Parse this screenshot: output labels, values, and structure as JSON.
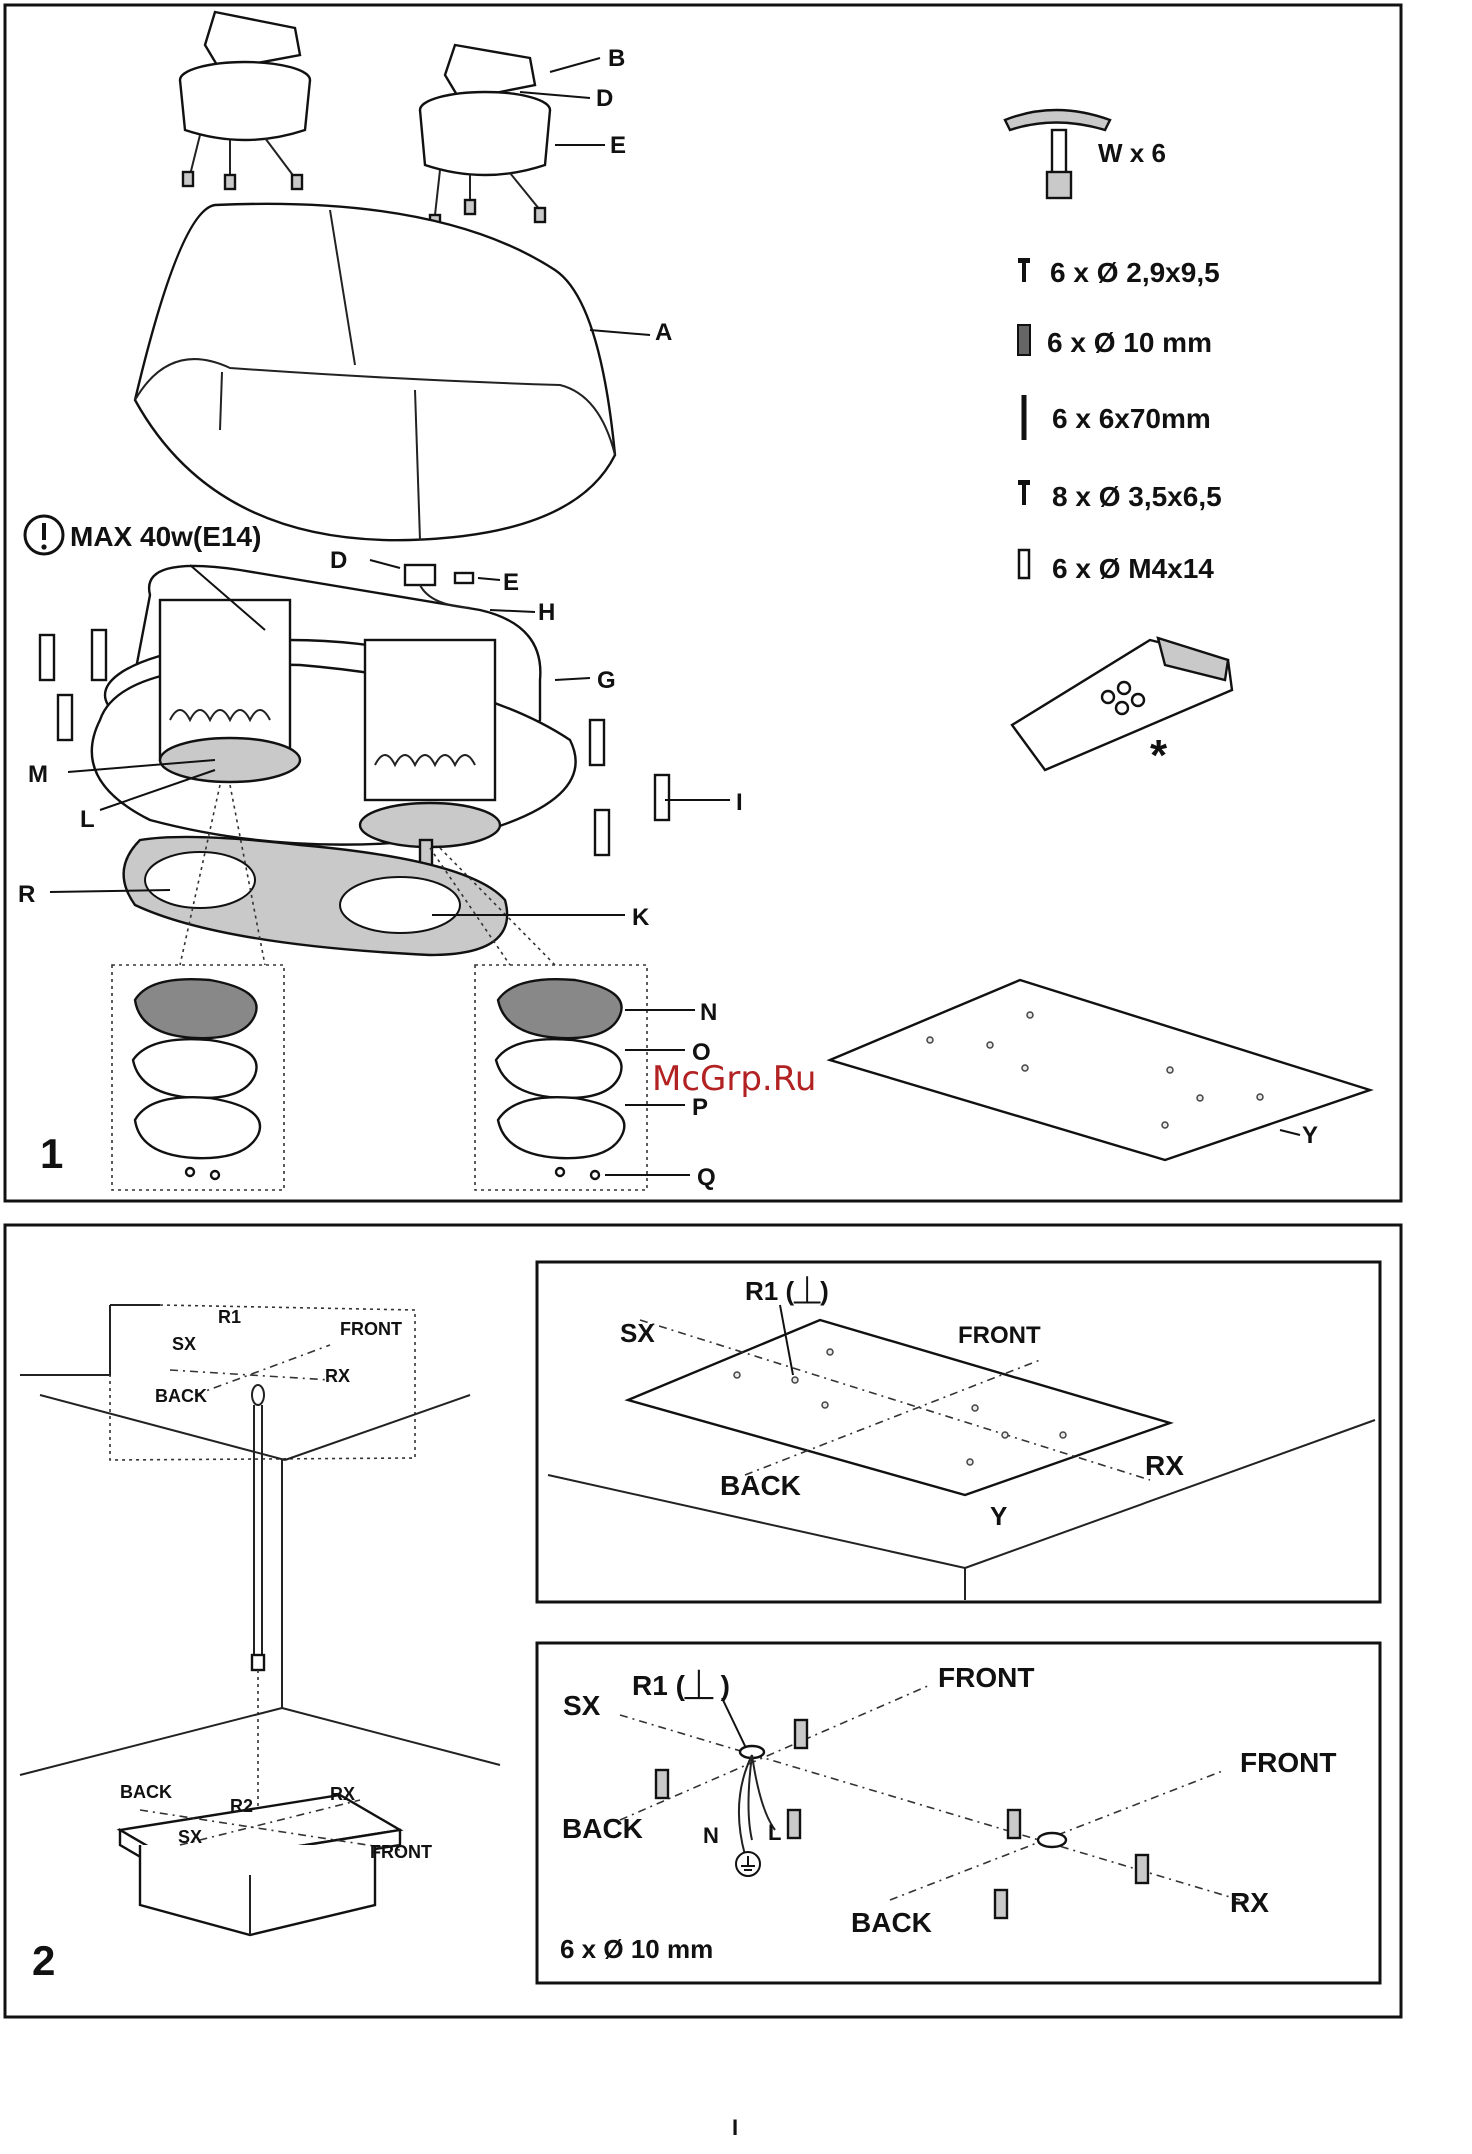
{
  "figure1": {
    "number": "1",
    "warning_text": "MAX 40w(E14)",
    "watermark": "McGrp.Ru",
    "part_labels": [
      "A",
      "B",
      "D",
      "E",
      "D",
      "E",
      "G",
      "H",
      "I",
      "K",
      "L",
      "M",
      "N",
      "O",
      "P",
      "Q",
      "R",
      "Y"
    ],
    "accessories": [
      {
        "text": "W x 6"
      },
      {
        "text": "6 x Ø 2,9x9,5"
      },
      {
        "text": "6 x Ø 10 mm"
      },
      {
        "text": "6 x 6x70mm"
      },
      {
        "text": "8 x Ø 3,5x6,5"
      },
      {
        "text": "6 x Ø M4x14"
      }
    ],
    "remote_mark": "*"
  },
  "figure2": {
    "number": "2",
    "left": {
      "upper": {
        "r": "R1",
        "sx": "SX",
        "front": "FRONT",
        "back": "BACK",
        "rx": "RX"
      },
      "lower": {
        "back": "BACK",
        "r": "R2",
        "rx": "RX",
        "sx": "SX",
        "front": "FRONT"
      }
    },
    "top_right": {
      "r1": "R1 (⏊)",
      "sx": "SX",
      "front": "FRONT",
      "back": "BACK",
      "rx": "RX",
      "y": "Y"
    },
    "bottom_right": {
      "r1": "R1 (⏊ )",
      "sx": "SX",
      "front1": "FRONT",
      "front2": "FRONT",
      "back1": "BACK",
      "back2": "BACK",
      "rx": "RX",
      "n": "N",
      "l": "L",
      "note": "6 x Ø 10 mm"
    }
  },
  "footer": {
    "page_mark": "I"
  }
}
